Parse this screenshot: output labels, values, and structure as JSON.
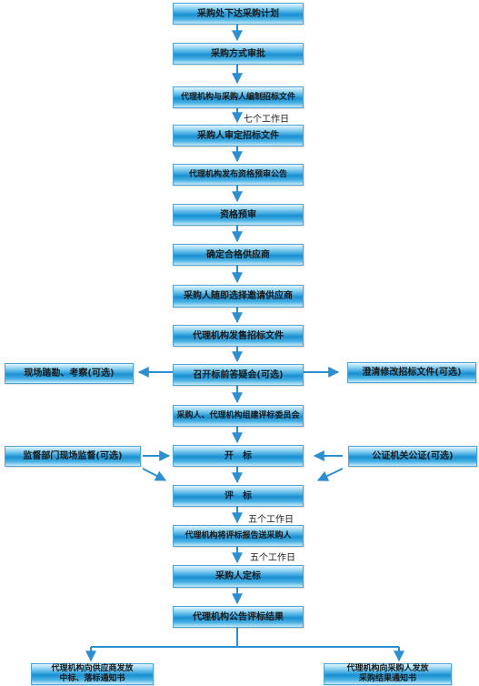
{
  "steps": {
    "s1": "采购处下达采购计划",
    "s2": "采购方式审批",
    "s3": "代理机构与采购人编制招标文件",
    "s4": "采购人审定招标文件",
    "s5": "代理机构发布资格预审公告",
    "s6": "资格预审",
    "s7": "确定合格供应商",
    "s8": "采购人随即选择邀请供应商",
    "s9": "代理机构发售招标文件",
    "s10": "召开标前答疑会(可选)",
    "s11": "采购人、代理机构组建评标委员会",
    "s12": "开　标",
    "s13": "评　标",
    "s14": "代理机构将评标报告送采购人",
    "s15": "采购人定标",
    "s16": "代理机构公告评标结果"
  },
  "side": {
    "site_visit": "现场踏勘、考察(可选)",
    "clarify": "澄清修改招标文件(可选)",
    "supervise": "监督部门现场监督(可选)",
    "notary": "公证机关公证(可选)"
  },
  "outputs": {
    "to_supplier_line1": "代理机构向供应商发放",
    "to_supplier_line2": "中标、落标通知书",
    "to_buyer_line1": "代理机构向采购人发放",
    "to_buyer_line2": "采购结果通知书"
  },
  "notes": {
    "seven_days": "七个工作日",
    "five_days_1": "五个工作日",
    "five_days_2": "五个工作日"
  },
  "colors": {
    "arrow": "#2e8fd0",
    "box_mid": "#1a8fd0",
    "box_border": "#4da4d3"
  }
}
